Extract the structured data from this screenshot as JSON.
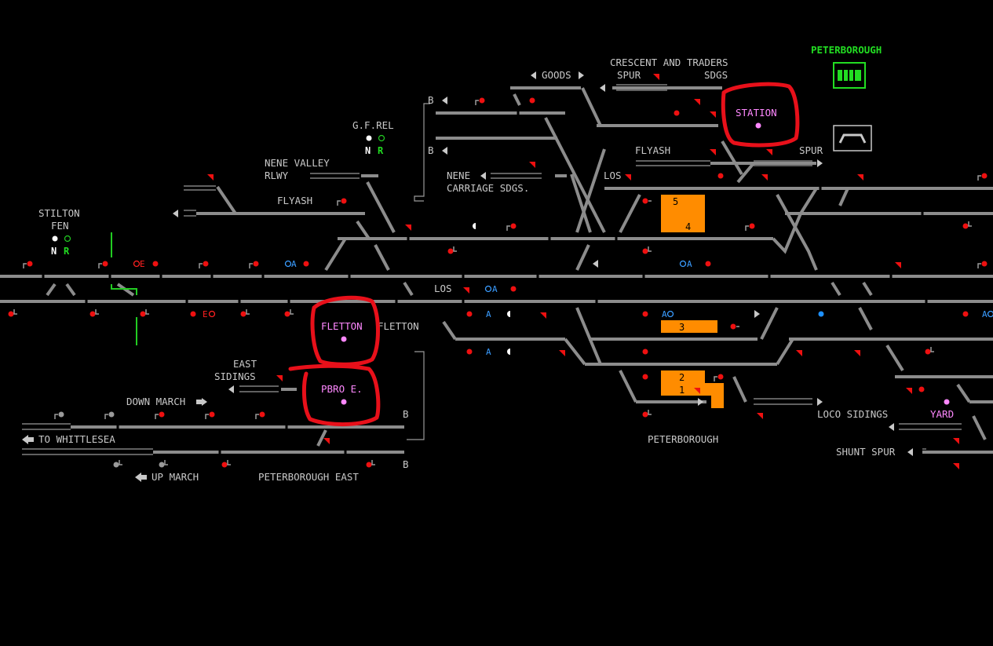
{
  "panel_title": "PETERBOROUGH",
  "labels": {
    "goods": "GOODS",
    "crescent": "CRESCENT AND TRADERS",
    "spur_top": "SPUR",
    "sdgs": "SDGS",
    "station": "STATION",
    "gf_rel": "G.F.REL",
    "n1": "N",
    "r1": "R",
    "flyash_top": "FLYASH",
    "spur_right": "SPUR",
    "nene_valley": "NENE VALLEY",
    "rlwy": "RLWY",
    "nene": "NENE",
    "carriage_sdgs": "CARRIAGE SDGS.",
    "los_top": "LOS",
    "stilton": "STILTON",
    "fen": "FEN",
    "n2": "N",
    "r2": "R",
    "flyash_left": "FLYASH",
    "los_mid": "LOS",
    "fletton_box": "FLETTON",
    "fletton": "FLETTON",
    "east": "EAST",
    "sidings": "SIDINGS",
    "pbro_e": "PBRO E.",
    "down_march": "DOWN MARCH",
    "to_whittlesea": "TO WHITTLESEA",
    "up_march": "UP MARCH",
    "peterborough_east": "PETERBOROUGH EAST",
    "peterborough_bottom": "PETERBOROUGH",
    "loco_sidings": "LOCO SIDINGS",
    "yard": "YARD",
    "shunt_spur": "SHUNT SPUR",
    "b1": "B",
    "b2": "B",
    "b3": "B",
    "b4": "B",
    "e1": "E",
    "e2": "E",
    "a1": "A",
    "a2": "A",
    "a3": "A",
    "a4": "A",
    "a5": "A",
    "a6": "A",
    "a7": "A"
  },
  "platforms": {
    "p5": "5",
    "p4": "4",
    "p3": "3",
    "p2": "2",
    "p1": "1"
  },
  "colors": {
    "background": "#000000",
    "track": "#8c8c8c",
    "signal": "#ee1010",
    "platform": "#ff8c00",
    "highlight": "#e8101a",
    "panel_green": "#22dd22",
    "box_pink": "#ff88ff",
    "aspect_blue": "#3a9cff"
  }
}
